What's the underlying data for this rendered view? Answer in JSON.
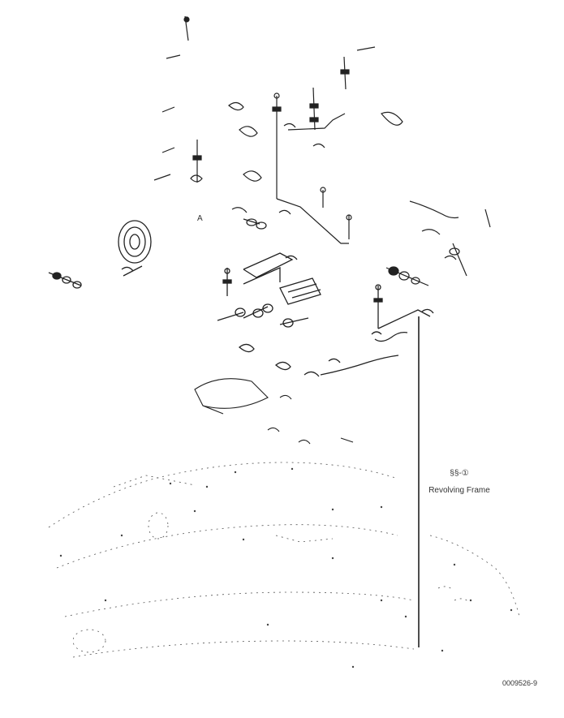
{
  "diagram": {
    "annotation": {
      "ref_line1": "§§-①",
      "ref_line2": "Revolving Frame"
    },
    "drawing_code": "0009526-9",
    "marker_letter": "A"
  }
}
